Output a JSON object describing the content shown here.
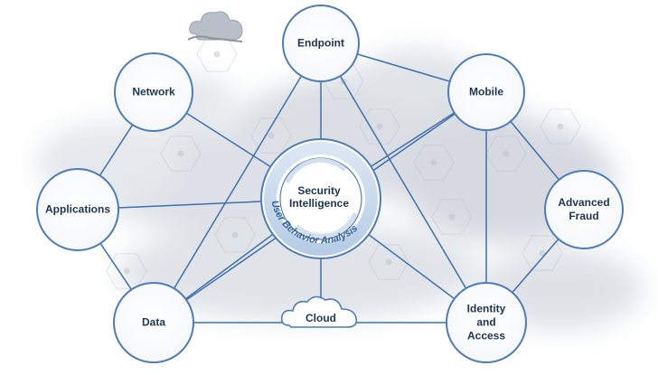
{
  "colors": {
    "node_stroke": "#4f7cb4",
    "link_stroke": "#3f70ad",
    "label_text": "#1f3550",
    "mist": "#c9ced6",
    "hex_mesh": "#aeb9c8"
  },
  "diagram": {
    "center": {
      "title": "Security\nIntelligence",
      "ring_text": "User Behavior Analysis"
    },
    "nodes": [
      {
        "id": "endpoint",
        "label": "Endpoint"
      },
      {
        "id": "network",
        "label": "Network"
      },
      {
        "id": "mobile",
        "label": "Mobile"
      },
      {
        "id": "applications",
        "label": "Applications"
      },
      {
        "id": "advanced-fraud",
        "label": "Advanced\nFraud"
      },
      {
        "id": "data",
        "label": "Data"
      },
      {
        "id": "identity-access",
        "label": "Identity\nand\nAccess"
      }
    ],
    "cloud": {
      "label": "Cloud"
    },
    "decor_icons": [
      "cloud-icon"
    ]
  }
}
